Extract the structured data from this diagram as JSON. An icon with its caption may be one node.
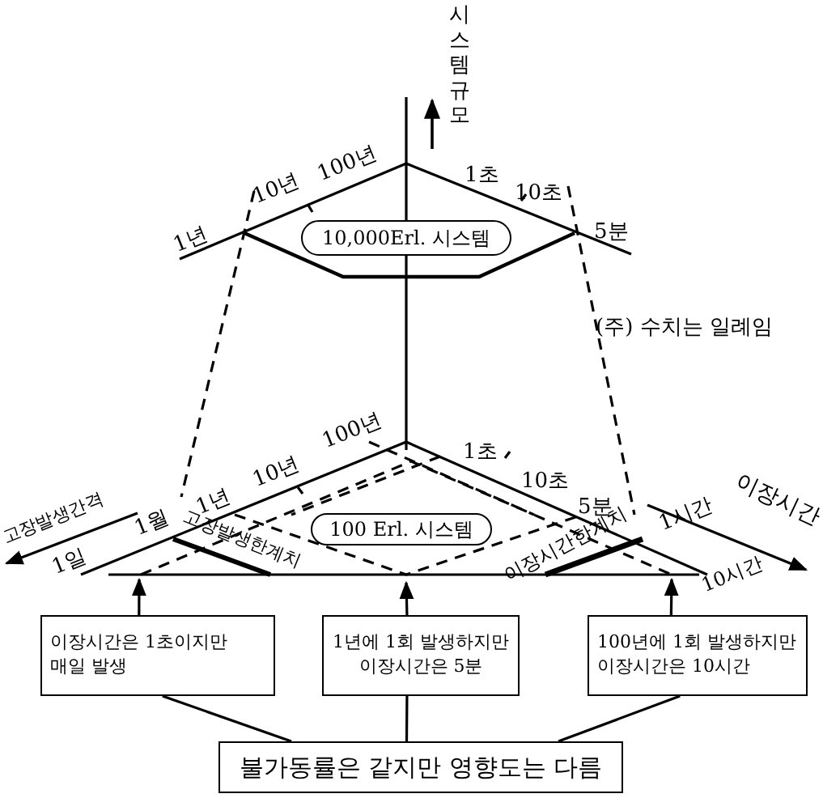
{
  "diagram": {
    "nodes": [
      {
        "text": [
          "10,000Erl. 시스템"
        ]
      },
      {
        "text": [
          "100 Erl. 시스템"
        ]
      },
      {
        "text": [
          "이장시간은 1초이지만 매일 발생"
        ]
      },
      {
        "text": [
          "1년에 1회 발생하지만 이장시간은 5분"
        ]
      },
      {
        "text": [
          "100년에 1회 발생하지만 이장시간은 10시간"
        ]
      },
      {
        "text": [
          "불가동률은 같지만 영향도는 다름"
        ]
      }
    ],
    "edges": [
      {
        "from": 5,
        "to": 2,
        "arrow": "none"
      },
      {
        "from": 5,
        "to": 3,
        "arrow": "none"
      },
      {
        "from": 5,
        "to": 4,
        "arrow": "none"
      },
      {
        "from": 2,
        "to": null,
        "arrow": "to"
      },
      {
        "from": 3,
        "to": null,
        "arrow": "to"
      },
      {
        "from": 4,
        "to": null,
        "arrow": "to"
      }
    ],
    "labels": [
      "시스템규모",
      "1년",
      "10년",
      "100년",
      "1초",
      "10초",
      "5분",
      "(주) 수치는 일례임",
      "100년",
      "1초",
      "10년",
      "10초",
      "고장발생간격",
      "1년",
      "5분",
      "이장시간",
      "1월",
      "고장발생한계치",
      "이장시간한계치",
      "1시간",
      "1일",
      "10시간"
    ]
  }
}
